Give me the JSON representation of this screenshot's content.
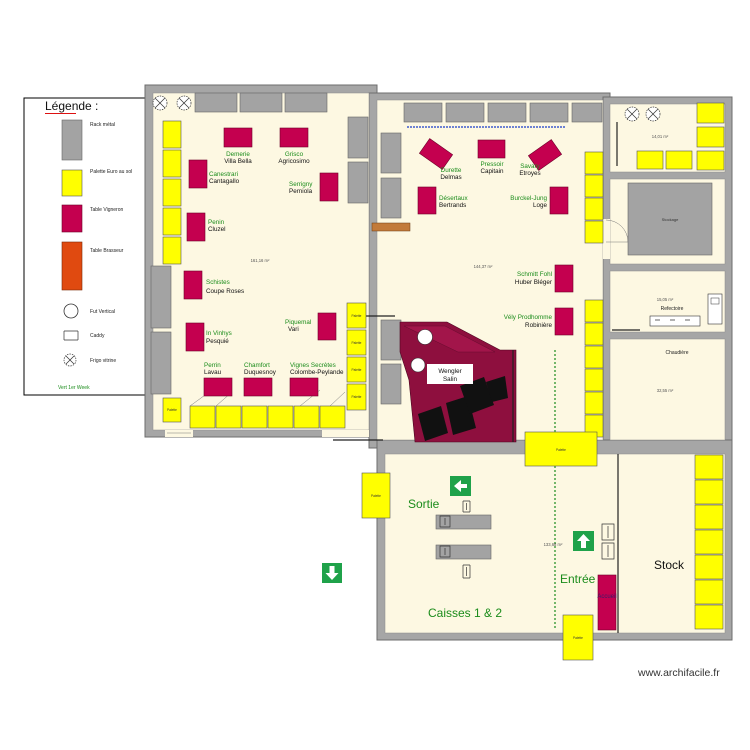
{
  "legend": {
    "title": "Légende :",
    "items": [
      {
        "label": "Rack métal",
        "icon": "rack-swatch"
      },
      {
        "label": "Palette Euro au sol",
        "icon": "pallet-swatch"
      },
      {
        "label": "Table Vigneron",
        "icon": "winemaker-table-swatch"
      },
      {
        "label": "Table Brasseur",
        "icon": "brewer-table-swatch"
      },
      {
        "label": "Fut Vertical",
        "icon": "barrel-icon"
      },
      {
        "label": "Caddy",
        "icon": "caddy-icon"
      },
      {
        "label": "Frigo vitrine",
        "icon": "fridge-icon"
      }
    ],
    "note": "Vert 1er Week"
  },
  "colors": {
    "wall": "#a6a6a6",
    "floor": "#fdf8e2",
    "rack": "#a3a3a3",
    "pallet": "#ffff00",
    "winemaker_table": "#c4004f",
    "brewer_table": "#e04a10",
    "producer_text": "#1b8c1b",
    "exit_sign": "#1fa24a",
    "featured_area": "#8e0f3e"
  },
  "pallet_label": "Palette",
  "hall_left": {
    "area": "161,16 m²",
    "stands": [
      {
        "producer": "Demerie",
        "estate": "Villa Bella"
      },
      {
        "producer": "Grisco",
        "estate": "Agricosimo"
      },
      {
        "producer": "Canestrari",
        "estate": "Cantagallo"
      },
      {
        "producer": "Serrigny",
        "estate": "Perniola"
      },
      {
        "producer": "Penin",
        "estate": "Cluzel"
      },
      {
        "producer": "Schistes",
        "estate": "Coupe Roses"
      },
      {
        "producer": "Piquemal",
        "estate": "Vari"
      },
      {
        "producer": "In Vinhys",
        "estate": "Pesquié"
      },
      {
        "producer": "Perrin",
        "estate": "Lavau"
      },
      {
        "producer": "Chamfort",
        "estate": "Duquesnoy"
      },
      {
        "producer": "Vignes Secrètes",
        "estate": "Colombe-Peylande"
      }
    ]
  },
  "hall_main": {
    "area": "144,37 m²",
    "stands": [
      {
        "producer": "Durette",
        "estate": "Delmas"
      },
      {
        "producer": "Pressoir",
        "estate": "Capitain"
      },
      {
        "producer": "Savary",
        "estate": "Etroyes"
      },
      {
        "producer": "Désertaux",
        "estate": "Bertrands"
      },
      {
        "producer": "Burckel-Jung",
        "estate": "Loge"
      },
      {
        "producer": "Schmitt Fohl",
        "estate": "Huber Bléger"
      },
      {
        "producer": "Vély Prodhomme",
        "estate": "Robinière"
      }
    ],
    "featured": {
      "producer": "Wengler",
      "estate": "Salin"
    }
  },
  "annex": {
    "room_a_area": "14,01 m²",
    "storage_label": "Stockage",
    "refectory": {
      "area": "15,05 m²",
      "name": "Refectoire"
    },
    "boiler": {
      "name": "Chaudière",
      "area": "32,55 m²"
    }
  },
  "shop": {
    "exit": "Sortie",
    "entrance": "Entrée",
    "checkout": "Caisses 1 & 2",
    "reception": "Accueil",
    "area": "133,68 m²",
    "stock": "Stock"
  },
  "watermark": "www.archifacile.fr"
}
